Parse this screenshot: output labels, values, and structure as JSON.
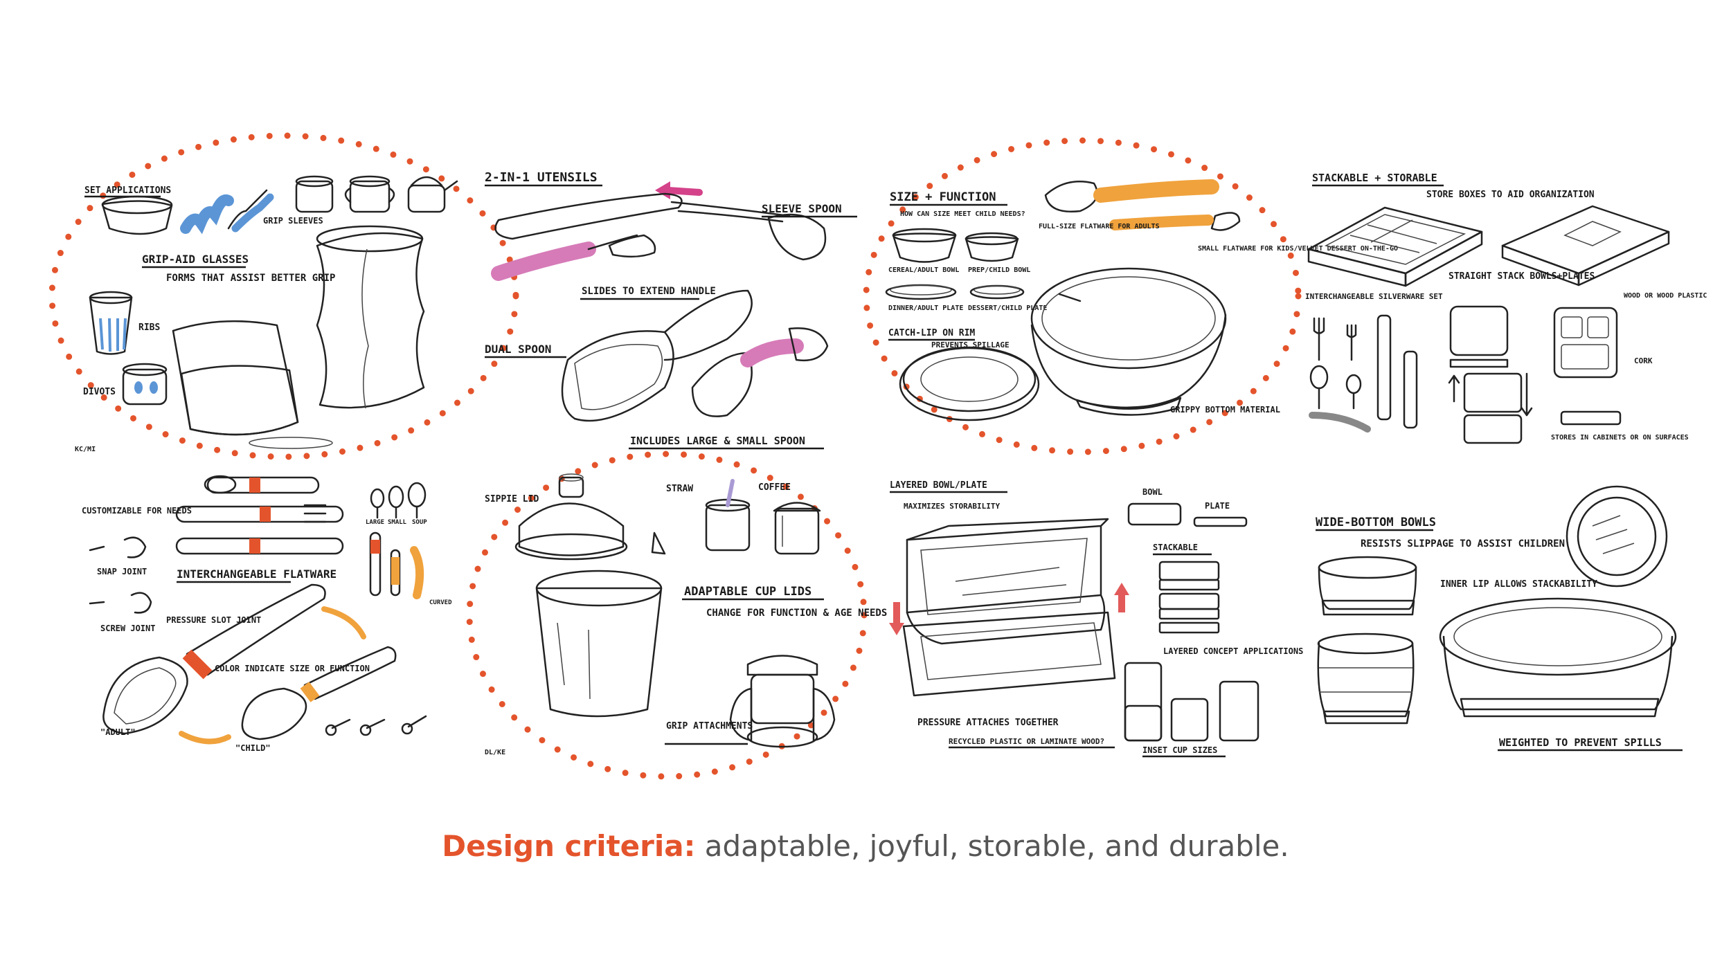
{
  "colors": {
    "accent": "#e4542c",
    "blue": "#5b95d6",
    "pink": "#d67bb8",
    "purple": "#a99ad4",
    "orange": "#f0a23c",
    "red": "#e25a5a",
    "green": "#58b86a",
    "wood": "#b5834e",
    "caption_text": "#555555"
  },
  "caption": {
    "emphasis": "Design criteria:",
    "text": " adaptable, joyful, storable, and durable."
  },
  "panels": {
    "p1": {
      "set_applications": "SET APPLICATIONS",
      "grip_sleeves": "GRIP SLEEVES",
      "grip_aid_glasses": "GRIP-AID GLASSES",
      "forms_that_assist": "FORMS THAT ASSIST BETTER GRIP",
      "ribs": "RIBS",
      "divots": "DIVOTS",
      "initials": "KC/MI"
    },
    "p2": {
      "two_in_one": "2-IN-1 UTENSILS",
      "sleeve_spoon": "SLEEVE SPOON",
      "slides_to_extend": "SLIDES TO EXTEND HANDLE",
      "dual_spoon": "DUAL SPOON",
      "includes": "INCLUDES LARGE & SMALL SPOON"
    },
    "p3": {
      "size_function": "SIZE + FUNCTION",
      "how_can_size": "HOW CAN SIZE MEET CHILD NEEDS?",
      "full_size": "FULL-SIZE FLATWARE FOR ADULTS",
      "small_flatware": "SMALL FLATWARE FOR KIDS/VELVET DESSERT ON-THE-GO",
      "cereal_bowl": "CEREAL/ADULT BOWL",
      "prep_bowl": "PREP/CHILD BOWL",
      "dinner_plate": "DINNER/ADULT PLATE",
      "dessert_plate": "DESSERT/CHILD PLATE",
      "catch_lip": "CATCH-LIP ON RIM",
      "prevents_spillage": "PREVENTS SPILLAGE",
      "grippy_bottom": "GRIPPY BOTTOM MATERIAL"
    },
    "p4": {
      "stackable_storable": "STACKABLE + STORABLE",
      "store_boxes": "STORE BOXES TO AID ORGANIZATION",
      "interchangeable_set": "INTERCHANGEABLE SILVERWARE SET",
      "straight_stack": "STRAIGHT STACK BOWLS+PLATES",
      "wood_or_plastic": "WOOD OR WOOD PLASTIC",
      "cork": "CORK",
      "stores_in_cabinets": "STORES IN CABINETS OR ON SURFACES"
    },
    "p5": {
      "customizable": "CUSTOMIZABLE FOR NEEDS",
      "snap_joint": "SNAP JOINT",
      "screw_joint": "SCREW JOINT",
      "interchangeable_flatware": "INTERCHANGEABLE FLATWARE",
      "pressure_slot": "PRESSURE SLOT JOINT",
      "color_indicate": "COLOR INDICATE SIZE OR FUNCTION",
      "adult": "\"ADULT\"",
      "child": "\"CHILD\"",
      "large": "LARGE",
      "small": "SMALL",
      "soup": "SOUP",
      "curved": "CURVED"
    },
    "p6": {
      "sippie_lid": "SIPPIE LID",
      "straw": "STRAW",
      "coffee": "COFFEE",
      "adaptable_cup_lids": "ADAPTABLE CUP LIDS",
      "change_for_function": "CHANGE FOR FUNCTION & AGE NEEDS",
      "grip_attachments": "GRIP ATTACHMENTS",
      "initials": "DL/KE"
    },
    "p7": {
      "layered_bowl": "LAYERED BOWL/PLATE",
      "maximizes_storability": "MAXIMIZES STORABILITY",
      "bowl": "BOWL",
      "plate": "PLATE",
      "stackable": "STACKABLE",
      "layered_concept": "LAYERED CONCEPT APPLICATIONS",
      "pressure_attaches": "PRESSURE ATTACHES TOGETHER",
      "recycled": "RECYCLED PLASTIC OR LAMINATE WOOD?",
      "inset_cup": "INSET CUP SIZES"
    },
    "p8": {
      "wide_bottom": "WIDE-BOTTOM BOWLS",
      "resists": "RESISTS SLIPPAGE TO ASSIST CHILDREN",
      "inner_lip": "INNER LIP ALLOWS STACKABILITY",
      "weighted": "WEIGHTED TO PREVENT SPILLS"
    }
  }
}
